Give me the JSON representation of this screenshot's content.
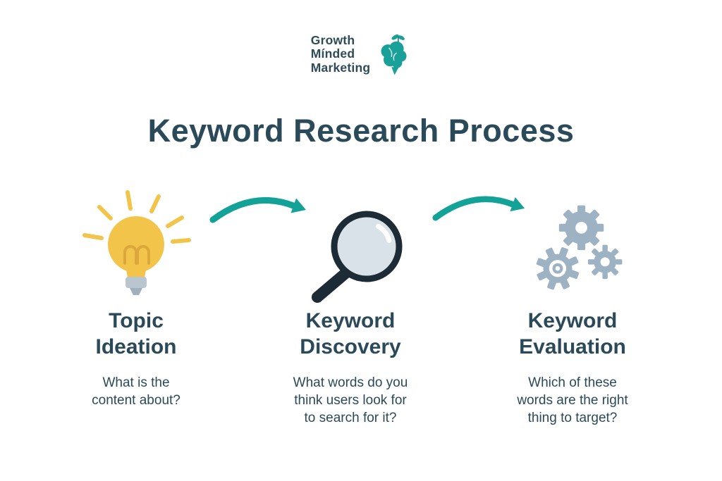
{
  "logo": {
    "lines": [
      "Growth",
      "Mínded",
      "Marketing"
    ],
    "brand_color": "#18A099"
  },
  "title": "Keyword Research Process",
  "steps": [
    {
      "icon": "lightbulb-icon",
      "title": "Topic\nIdeation",
      "description": "What is the\ncontent about?"
    },
    {
      "icon": "magnifier-icon",
      "title": "Keyword\nDiscovery",
      "description": "What words do you\nthink users look for\nto search for it?"
    },
    {
      "icon": "gears-icon",
      "title": "Keyword\nEvaluation",
      "description": "Which of these\nwords are the right\nthing to target?"
    }
  ],
  "colors": {
    "navy_text": "#2B4A59",
    "teal_accent": "#13A298",
    "bulb_yellow": "#F2C54A",
    "gear_gray": "#9DB2C2",
    "lens_fill": "#D9E2E9",
    "background": "#FFFFFF"
  }
}
